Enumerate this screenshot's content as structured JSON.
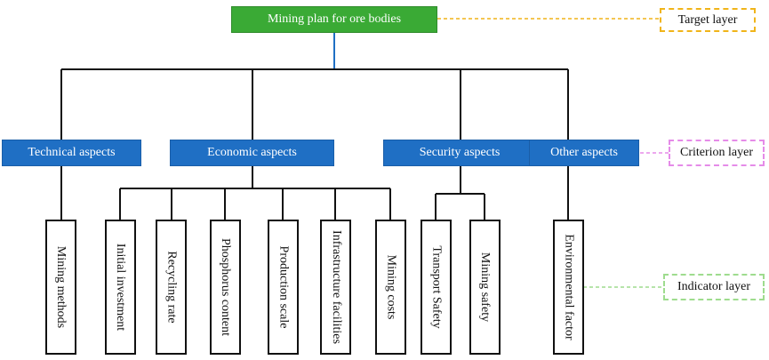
{
  "target": {
    "label": "Mining plan for ore bodies"
  },
  "criteria": [
    {
      "label": "Technical aspects"
    },
    {
      "label": "Economic aspects"
    },
    {
      "label": "Security aspects"
    },
    {
      "label": "Other aspects"
    }
  ],
  "indicators": [
    {
      "label": "Mining methods"
    },
    {
      "label": "Initial investment"
    },
    {
      "label": "Recycling rate"
    },
    {
      "label": "Phosphorus content"
    },
    {
      "label": "Production scale"
    },
    {
      "label": "Infrastructure facilities"
    },
    {
      "label": "Mining costs"
    },
    {
      "label": "Transport Safety"
    },
    {
      "label": "Mining safety"
    },
    {
      "label": "Environmental factor"
    }
  ],
  "legend": {
    "target": "Target layer",
    "criterion": "Criterion layer",
    "indicator": "Indicator layer"
  },
  "colors": {
    "target_fill": "#3aaa35",
    "criterion_fill": "#1f6fc4",
    "target_legend_border": "#f0b419",
    "criterion_legend_border": "#e58be8",
    "indicator_legend_border": "#9edc8e"
  }
}
